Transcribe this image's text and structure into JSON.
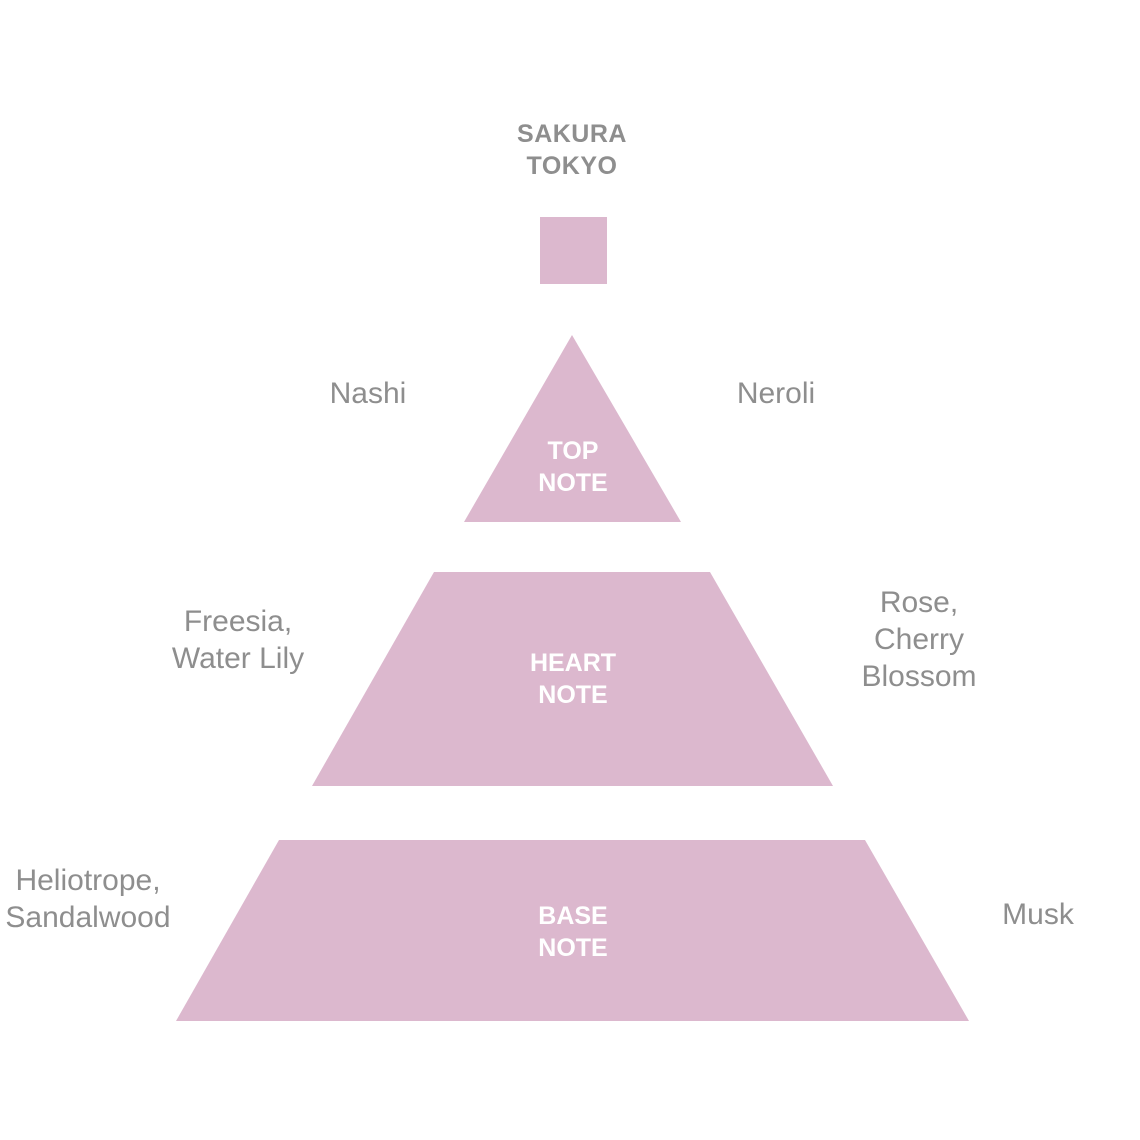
{
  "title": {
    "line1": "SAKURA",
    "line2": "TOKYO"
  },
  "colors": {
    "shape_fill": "#dcb8ce",
    "label_text": "#8e8e8e",
    "tier_text": "#ffffff",
    "background": "#ffffff"
  },
  "pyramid": {
    "top": {
      "label_line1": "TOP",
      "label_line2": "NOTE",
      "left_notes": [
        "Nashi"
      ],
      "right_notes": [
        "Neroli"
      ]
    },
    "heart": {
      "label_line1": "HEART",
      "label_line2": "NOTE",
      "left_notes": [
        "Freesia,",
        "Water Lily"
      ],
      "right_notes": [
        "Rose,",
        "Cherry",
        "Blossom"
      ]
    },
    "base": {
      "label_line1": "BASE",
      "label_line2": "NOTE",
      "left_notes": [
        "Heliotrope,",
        "Sandalwood"
      ],
      "right_notes": [
        "Musk"
      ]
    }
  }
}
